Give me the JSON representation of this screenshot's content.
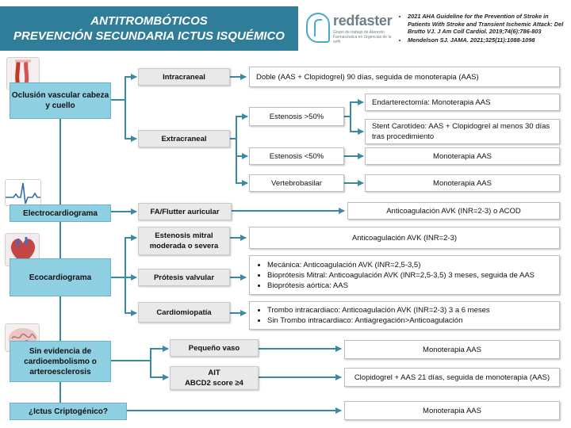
{
  "title": {
    "line1": "ANTITROMBÓTICOS",
    "line2": "PREVENCIÓN SECUNDARIA  ICTUS ISQUÉMICO"
  },
  "logo": {
    "name": "redfaster",
    "subtitle": "Grupo de trabajo de Atención Farmacéutica en Urgencias de la sefh"
  },
  "references": [
    "2021 AHA Guideline for the Prevention of Stroke in Patients With Stroke and Transient Ischemic Attack: Del Brutto VJ. J Am Coll Cardiol. 2019;74(6):786-803",
    "Mendelson SJ. JAMA. 2021;325(11):1088-1098"
  ],
  "colors": {
    "banner": "#2f7d98",
    "category": "#8fcfe2",
    "arrow": "#3a8aa5"
  },
  "icons": [
    "carotid-artery-icon",
    "ecg-waveform-icon",
    "heart-icon",
    "brain-icon"
  ],
  "categories": {
    "oclusion": "Oclusión vascular cabeza y cuello",
    "ecg": "Electrocardiograma",
    "eco": "Ecocardiograma",
    "sin_evidencia": "Sin evidencia de cardioembolismo o arteroesclerosis",
    "criptogenico": "¿Ictus  Criptogénico?"
  },
  "sub": {
    "intracraneal": "Intracraneal",
    "extracraneal": "Extracraneal",
    "estenosis_mayor": "Estenosis >50%",
    "estenosis_menor": "Estenosis <50%",
    "vertebrobasilar": "Vertebrobasilar",
    "fa_flutter": "FA/Flutter auricular",
    "estenosis_mitral": "Estenosis mitral moderada o severa",
    "protesis": "Prótesis valvular",
    "cardiomiopatia": "Cardiomiopatía",
    "pequeno_vaso": "Pequeño vaso",
    "ait": "AIT",
    "ait_score": "ABCD2 score ≥4"
  },
  "results": {
    "intracraneal": "Doble (AAS + Clopidogrel) 90 días, seguida de monoterapia (AAS)",
    "endarterectomia": "Endarterectomía: Monoterapia AAS",
    "stent": "Stent Carotídeo: AAS + Clopidogrel al menos 30 días tras procedimiento",
    "estenosis_menor": "Monoterapia AAS",
    "vertebrobasilar": "Monoterapia AAS",
    "fa_flutter": "Anticoagulación AVK (INR=2-3) o ACOD",
    "estenosis_mitral": "Anticoagulación AVK (INR=2-3)",
    "protesis": [
      "Mecánica: Anticoagulación AVK (INR=2,5-3,5)",
      "Bioprótesis Mitral: Anticoagulación AVK (INR=2,5-3,5) 3 meses, seguida de AAS",
      "Bioprótesis aórtica: AAS"
    ],
    "cardiomiopatia": [
      "Trombo intracardiaco: Anticoagulación AVK (INR=2-3) 3 a 6 meses",
      "Sin Trombo intracardiaco: Antiagregación>Anticoagulación"
    ],
    "pequeno_vaso": "Monoterapia AAS",
    "ait": "Clopidogrel + AAS 21 días, seguida de monoterapia (AAS)",
    "criptogenico": "Monoterapia AAS"
  }
}
